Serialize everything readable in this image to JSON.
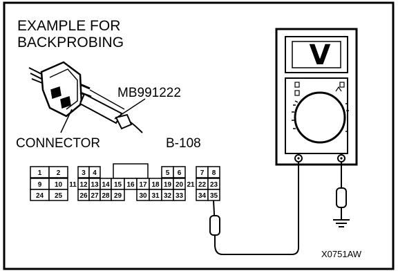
{
  "title_lines": [
    "EXAMPLE FOR",
    "BACKPROBING"
  ],
  "tool_label": "MB991222",
  "connector_label": "CONNECTOR",
  "connector_id": "B-108",
  "figure_code": "X0751AW",
  "meter_display": "V",
  "connector_pins": {
    "row1": [
      "1",
      "2",
      "",
      "3",
      "4",
      "",
      "",
      "",
      "",
      "",
      "",
      "5",
      "6",
      "",
      "7",
      "8"
    ],
    "row2": [
      "9",
      "10",
      "11",
      "12",
      "13",
      "14",
      "15",
      "16",
      "17",
      "18",
      "19",
      "20",
      "21",
      "22",
      "23"
    ],
    "row3": [
      "24",
      "25",
      "",
      "26",
      "27",
      "28",
      "29",
      "",
      "30",
      "31",
      "32",
      "33",
      "",
      "34",
      "35"
    ]
  }
}
